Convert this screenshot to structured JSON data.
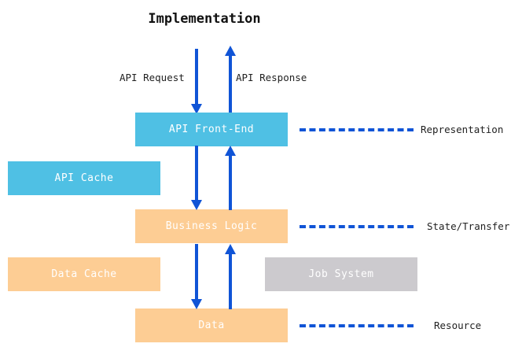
{
  "diagram": {
    "title": "Implementation",
    "colors": {
      "cyan": "#4FC0E4",
      "peach": "#FDCD94",
      "gray": "#CCCACE",
      "arrow_blue": "#1054D6",
      "text_dark": "#222222",
      "box_text": "#FFFFFF",
      "background": "#FFFFFF"
    },
    "boxes": [
      {
        "id": "api-front-end",
        "label": "API Front-End",
        "color": "cyan"
      },
      {
        "id": "api-cache",
        "label": "API Cache",
        "color": "cyan"
      },
      {
        "id": "business-logic",
        "label": "Business Logic",
        "color": "peach"
      },
      {
        "id": "data-cache",
        "label": "Data Cache",
        "color": "peach"
      },
      {
        "id": "job-system",
        "label": "Job System",
        "color": "gray"
      },
      {
        "id": "data",
        "label": "Data",
        "color": "peach"
      }
    ],
    "arrow_captions": {
      "request": "API Request",
      "response": "API Response"
    },
    "side_labels": [
      {
        "id": "representation",
        "label": "Representation",
        "for": "api-front-end"
      },
      {
        "id": "state-transfer",
        "label": "State/Transfer",
        "for": "business-logic"
      },
      {
        "id": "resource",
        "label": "Resource",
        "for": "data"
      }
    ]
  }
}
